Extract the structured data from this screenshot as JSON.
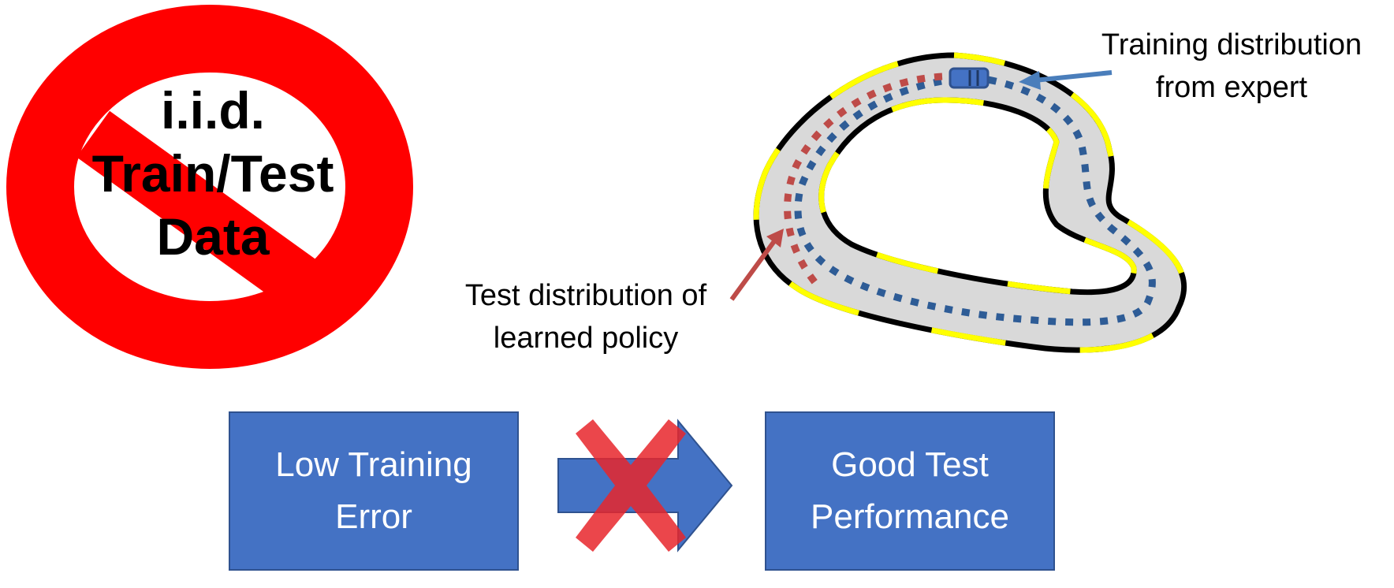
{
  "no_symbol": {
    "text_lines": [
      "i.i.d.",
      "Train/Test",
      "Data"
    ],
    "color": "#FF0000"
  },
  "track": {
    "edge_colors": [
      "#000000",
      "#FFFF00"
    ],
    "surface_color": "#D9D9D9",
    "expert_path_color": "#2E5C96",
    "learned_path_color": "#BE4B48",
    "car_color": "#4472C4"
  },
  "labels": {
    "training": [
      "Training distribution",
      "from expert"
    ],
    "test": [
      "Test distribution of",
      "learned policy"
    ]
  },
  "boxes": {
    "left": [
      "Low Training",
      "Error"
    ],
    "right": [
      "Good Test",
      "Performance"
    ],
    "fill": "#4472C4"
  },
  "implies_arrow": {
    "crossed_out": true,
    "cross_color": "#E8262B"
  }
}
